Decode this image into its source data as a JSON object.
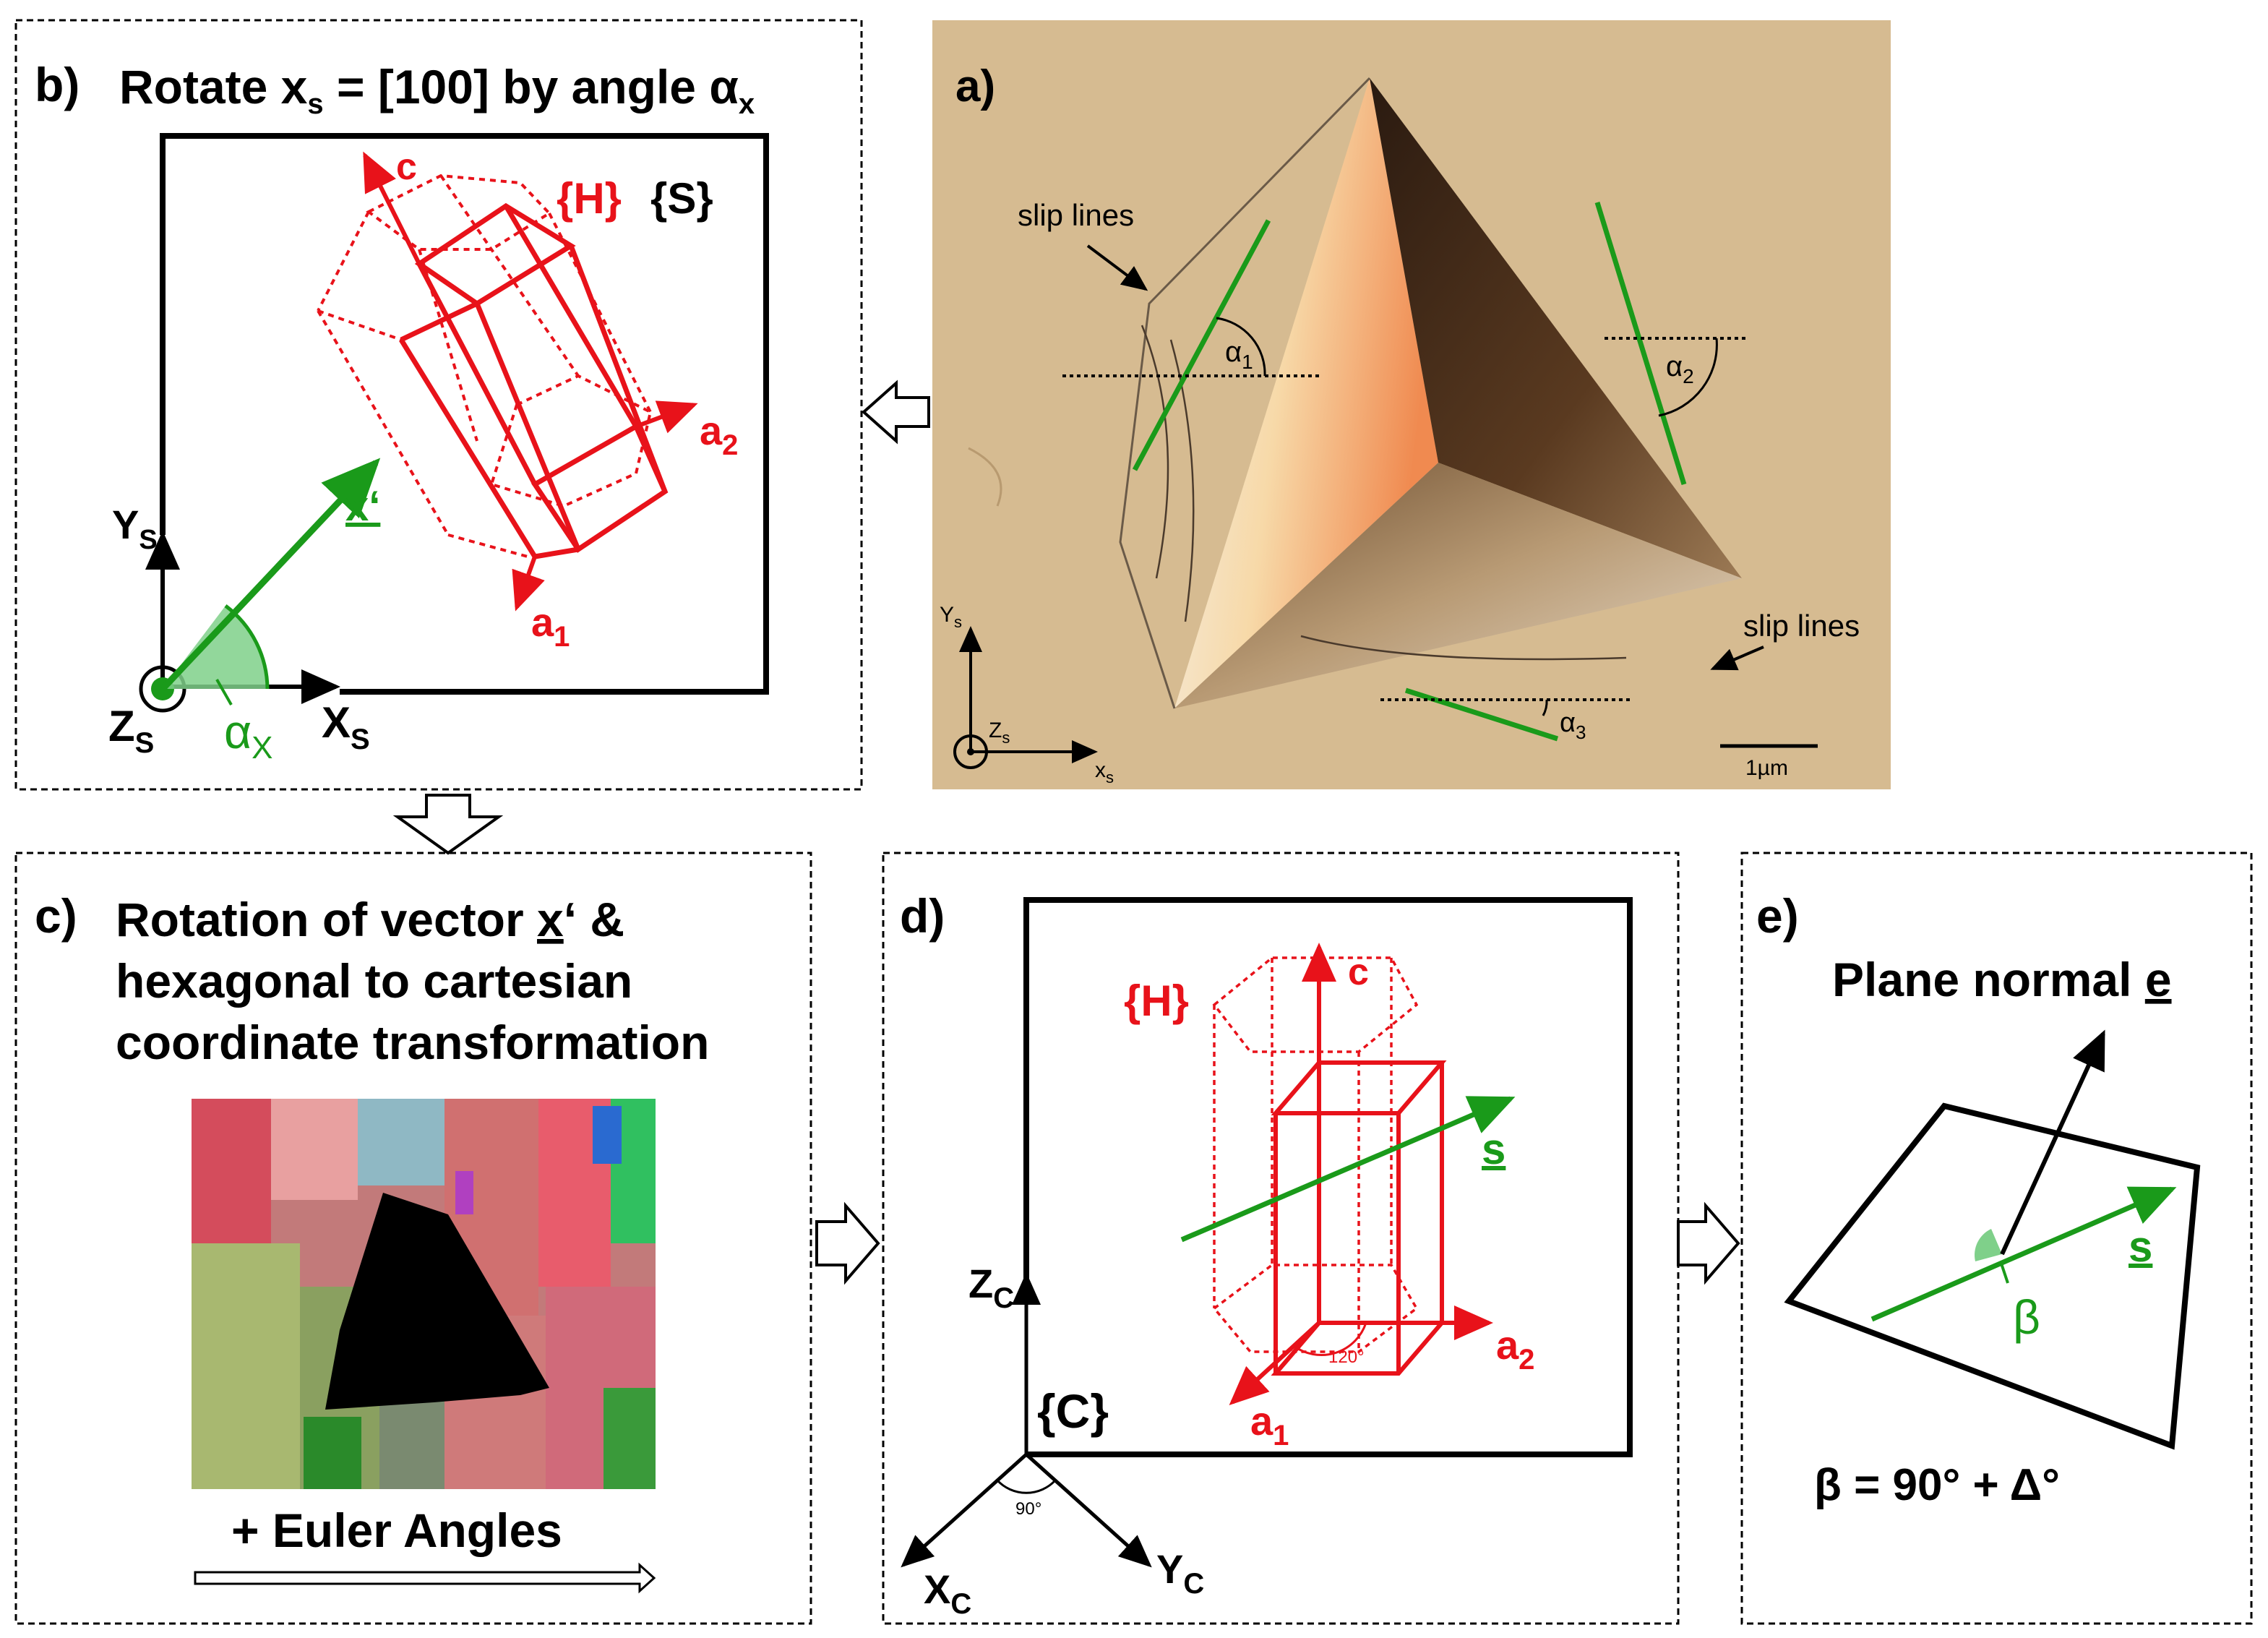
{
  "colors": {
    "red": "#e8121a",
    "green": "#1a9a1a",
    "black": "#000000",
    "bg_photo": "#d6bb91"
  },
  "panel_a": {
    "tag": "a)",
    "slip_lines_1": "slip lines",
    "slip_lines_2": "slip lines",
    "alpha1": "α",
    "alpha1_sub": "1",
    "alpha2": "α",
    "alpha2_sub": "2",
    "alpha3": "α",
    "alpha3_sub": "3",
    "axis_y": "Y",
    "axis_y_sub": "s",
    "axis_z": "Z",
    "axis_z_sub": "s",
    "axis_x": "x",
    "axis_x_sub": "s",
    "scale_bar": "1µm"
  },
  "panel_b": {
    "tag": "b)",
    "title_part1": "Rotate x",
    "title_sub": "s",
    "title_part2": " = [100] by angle α",
    "title_sub2": "x",
    "label_c": "c",
    "label_H": "{H}",
    "label_S": "{S}",
    "label_a2": "a",
    "label_a2_sub": "2",
    "label_a1": "a",
    "label_a1_sub": "1",
    "label_xprime": "x‘",
    "axis_y": "Y",
    "axis_y_sub": "S",
    "axis_z": "Z",
    "axis_z_sub": "S",
    "axis_x": "X",
    "axis_x_sub": "S",
    "alpha": "α",
    "alpha_sub": "X"
  },
  "panel_c": {
    "tag": "c)",
    "title_line1_pre": "Rotation of vector ",
    "title_line1_x": "x",
    "title_line1_post": "‘ &",
    "title_line2": "hexagonal to cartesian",
    "title_line3": "coordinate transformation",
    "euler": "+ Euler Angles"
  },
  "panel_d": {
    "tag": "d)",
    "label_H": "{H}",
    "label_c": "c",
    "label_s": "s",
    "label_a2": "a",
    "label_a2_sub": "2",
    "label_a1": "a",
    "label_a1_sub": "1",
    "angle_120": "120°",
    "label_C": "{C}",
    "axis_z": "Z",
    "axis_z_sub": "C",
    "axis_x": "X",
    "axis_x_sub": "C",
    "axis_y": "Y",
    "axis_y_sub": "C",
    "angle_90": "90°"
  },
  "panel_e": {
    "tag": "e)",
    "title_pre": "Plane normal ",
    "title_e": "e",
    "label_s": "s",
    "beta": "β",
    "equation": "β = 90° + Δ°"
  }
}
